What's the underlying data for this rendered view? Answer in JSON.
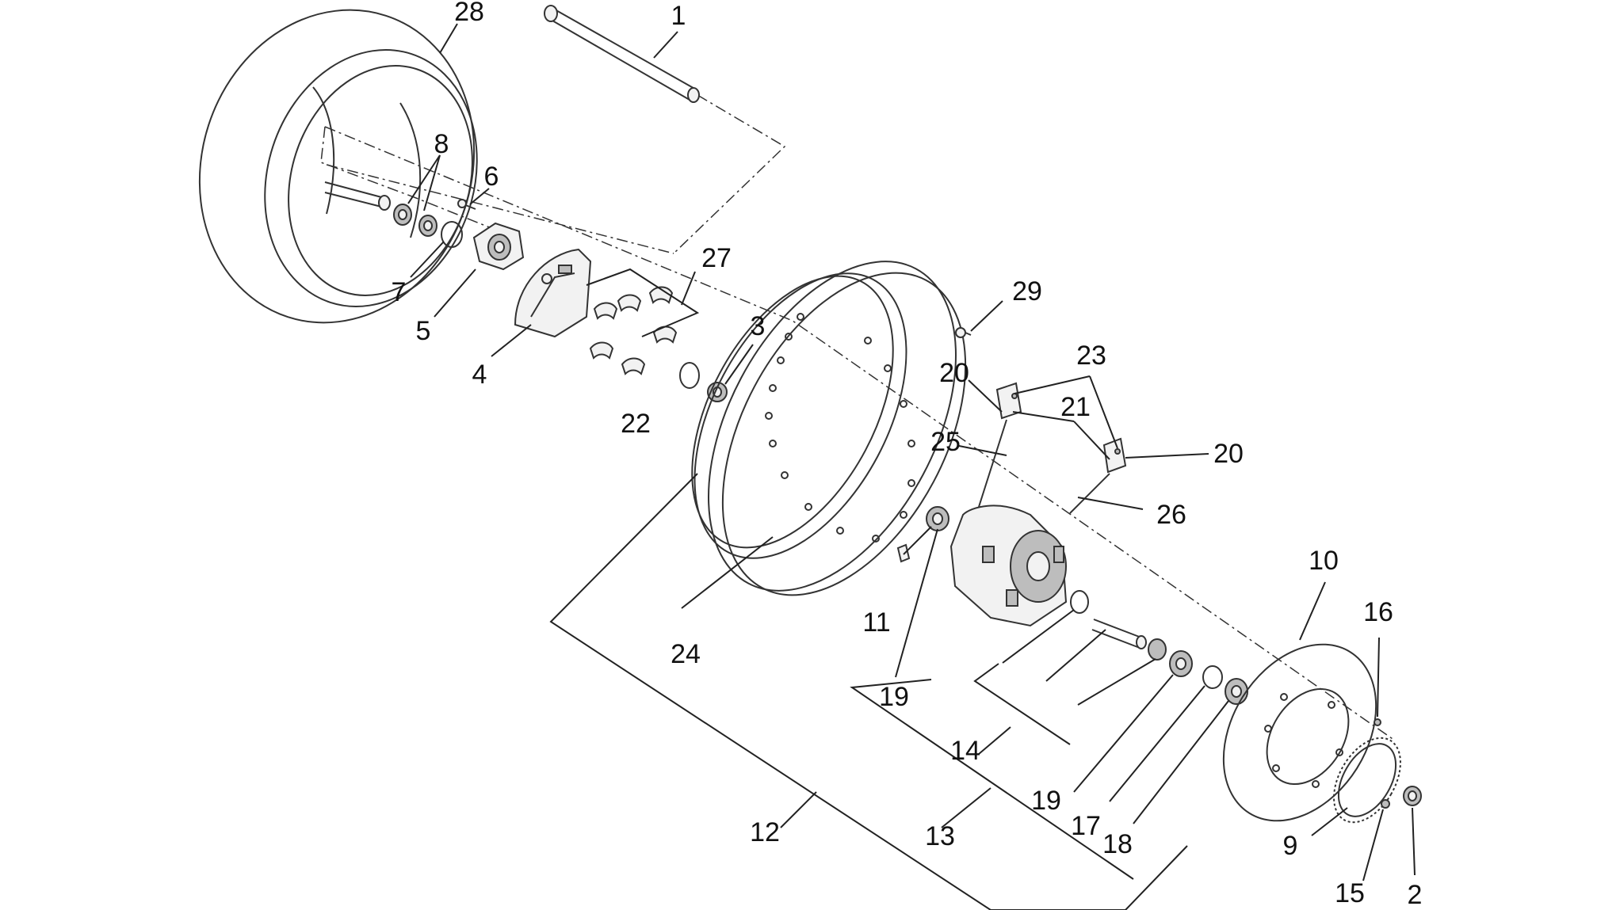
{
  "labels": {
    "l1": "1",
    "l2": "2",
    "l3": "3",
    "l4": "4",
    "l5": "5",
    "l6": "6",
    "l7": "7",
    "l8": "8",
    "l9": "9",
    "l10": "10",
    "l11": "11",
    "l12": "12",
    "l13": "13",
    "l14": "14",
    "l15": "15",
    "l16": "16",
    "l17": "17",
    "l18": "18",
    "l19a": "19",
    "l19b": "19",
    "l20a": "20",
    "l20b": "20",
    "l21": "21",
    "l22": "22",
    "l23": "23",
    "l24": "24",
    "l25": "25",
    "l26": "26",
    "l27": "27",
    "l28": "28",
    "l29": "29"
  }
}
